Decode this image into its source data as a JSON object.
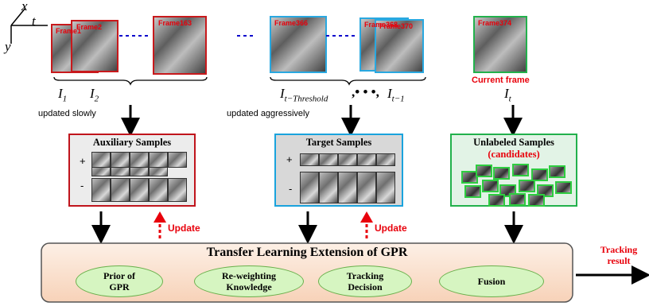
{
  "axes": {
    "x": "x",
    "y": "y",
    "t": "t"
  },
  "frames": {
    "group1": [
      "Frame1",
      "Frame2",
      "Frame163"
    ],
    "group2": [
      "Frame366",
      "Frame368",
      "Frame370"
    ],
    "current": "Frame374"
  },
  "labels": {
    "i1_base": "I",
    "i1_sub": "1",
    "i2_base": "I",
    "i2_sub": "2",
    "it_thresh_base": "I",
    "it_thresh_sub": "t−Threshold",
    "dots": ",• • •,",
    "it1_base": "I",
    "it1_sub": "t−1",
    "current_frame": "Current frame",
    "it_base": "I",
    "it_sub": "t",
    "updated_slowly": "updated slowly",
    "updated_aggressively": "updated aggressively"
  },
  "boxes": {
    "auxiliary": {
      "title": "Auxiliary Samples",
      "plus": "+",
      "minus": "-"
    },
    "target": {
      "title": "Target Samples",
      "plus": "+",
      "minus": "-"
    },
    "unlabeled": {
      "title": "Unlabeled Samples",
      "subtitle": "(candidates)"
    }
  },
  "update_label": "Update",
  "main_box": {
    "title": "Transfer Learning Extension of GPR",
    "items": [
      {
        "line1": "Prior of",
        "line2": "GPR"
      },
      {
        "line1": "Re-weighting",
        "line2": "Knowledge"
      },
      {
        "line1": "Tracking",
        "line2": "Decision"
      },
      {
        "line1": "Fusion",
        "line2": ""
      }
    ]
  },
  "output": {
    "line1": "Tracking",
    "line2": "result"
  },
  "colors": {
    "red": "#e8000b",
    "blue": "#0a00cc",
    "cyan": "#29a8e0",
    "green": "#22b14c",
    "box_red": "#c0141c",
    "box_blue": "#1aa3dd",
    "box_green": "#22b14c",
    "main_fill": "#fbe3d3",
    "ellipse_fill": "#d6f5c1"
  }
}
